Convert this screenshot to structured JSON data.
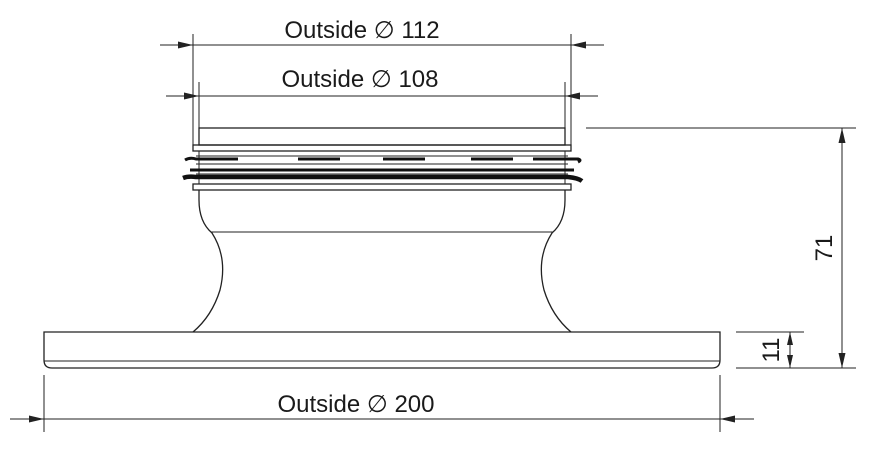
{
  "dimensions": {
    "top_outer": {
      "prefix": "Outside",
      "symbol": "∅",
      "value": "112"
    },
    "top_inner": {
      "prefix": "Outside",
      "symbol": "∅",
      "value": "108"
    },
    "base": {
      "prefix": "Outside",
      "symbol": "∅",
      "value": "200"
    },
    "total_height": "71",
    "base_thickness": "11"
  }
}
